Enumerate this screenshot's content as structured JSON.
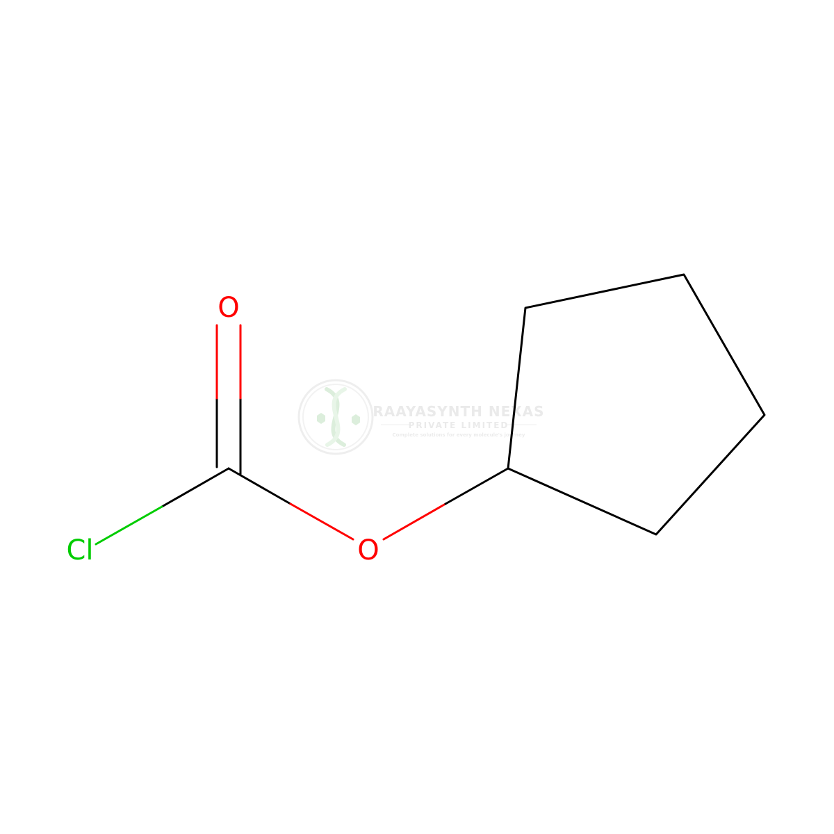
{
  "molecule": {
    "atoms": {
      "carbonyl_oxygen": "O",
      "ester_oxygen": "O",
      "chlorine": "Cl"
    },
    "colors": {
      "carbon_bond": "#000000",
      "oxygen": "#ff0000",
      "chlorine": "#00cc00"
    }
  },
  "watermark": {
    "company": "RAAYASYNTH NEXAS",
    "subtitle": "PRIVATE LIMITED",
    "tagline": "Complete solutions for every molecule's journey",
    "logo_color": "#a8d8a8"
  }
}
